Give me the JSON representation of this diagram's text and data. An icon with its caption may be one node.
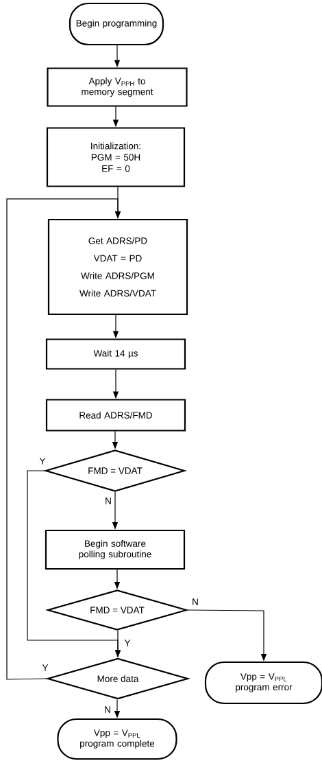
{
  "diagram": {
    "nodes": [
      {
        "text": [
          "Begin programming"
        ]
      },
      {
        "text": [
          "Apply V$_{PPH}$ to memory segment"
        ]
      },
      {
        "text": [
          "Initialization:",
          "PGM = 50H",
          "EF = 0"
        ]
      },
      {
        "text": [
          "Get ADRS/PD",
          "VDAT = PD",
          "Write ADRS/PGM",
          "Write ADRS/VDAT"
        ]
      },
      {
        "text": [
          "Wait 14 µs"
        ]
      },
      {
        "text": [
          "Read ADRS/FMD"
        ]
      },
      {
        "text": [
          "FMD = VDAT"
        ]
      },
      {
        "text": [
          "Begin software polling subroutine"
        ]
      },
      {
        "text": [
          "FMD = VDAT"
        ]
      },
      {
        "text": [
          "More data"
        ]
      },
      {
        "text": [
          "Vpp = V$_{PPL}$ program complete"
        ]
      },
      {
        "text": [
          "Vpp = V$_{PPL}$ program error"
        ]
      }
    ],
    "edges": [
      {
        "from": 0,
        "to": 1,
        "arrow": "to"
      },
      {
        "from": 1,
        "to": 2,
        "arrow": "to"
      },
      {
        "from": 2,
        "to": 3,
        "arrow": "to"
      },
      {
        "from": 3,
        "to": 4,
        "arrow": "to"
      },
      {
        "from": 4,
        "to": 5,
        "arrow": "to"
      },
      {
        "from": 5,
        "to": 6,
        "arrow": "to"
      },
      {
        "from": 6,
        "to": 7,
        "arrow": "to",
        "label": "N"
      },
      {
        "from": 6,
        "to": 9,
        "arrow": "to",
        "label": "Y"
      },
      {
        "from": 7,
        "to": 8,
        "arrow": "to"
      },
      {
        "from": 8,
        "to": 9,
        "arrow": "to",
        "label": "Y"
      },
      {
        "from": 8,
        "to": 11,
        "arrow": "to",
        "label": "N"
      },
      {
        "from": 9,
        "to": 10,
        "arrow": "to",
        "label": "N"
      },
      {
        "from": 9,
        "to": 3,
        "arrow": "to",
        "label": "Y"
      }
    ]
  }
}
